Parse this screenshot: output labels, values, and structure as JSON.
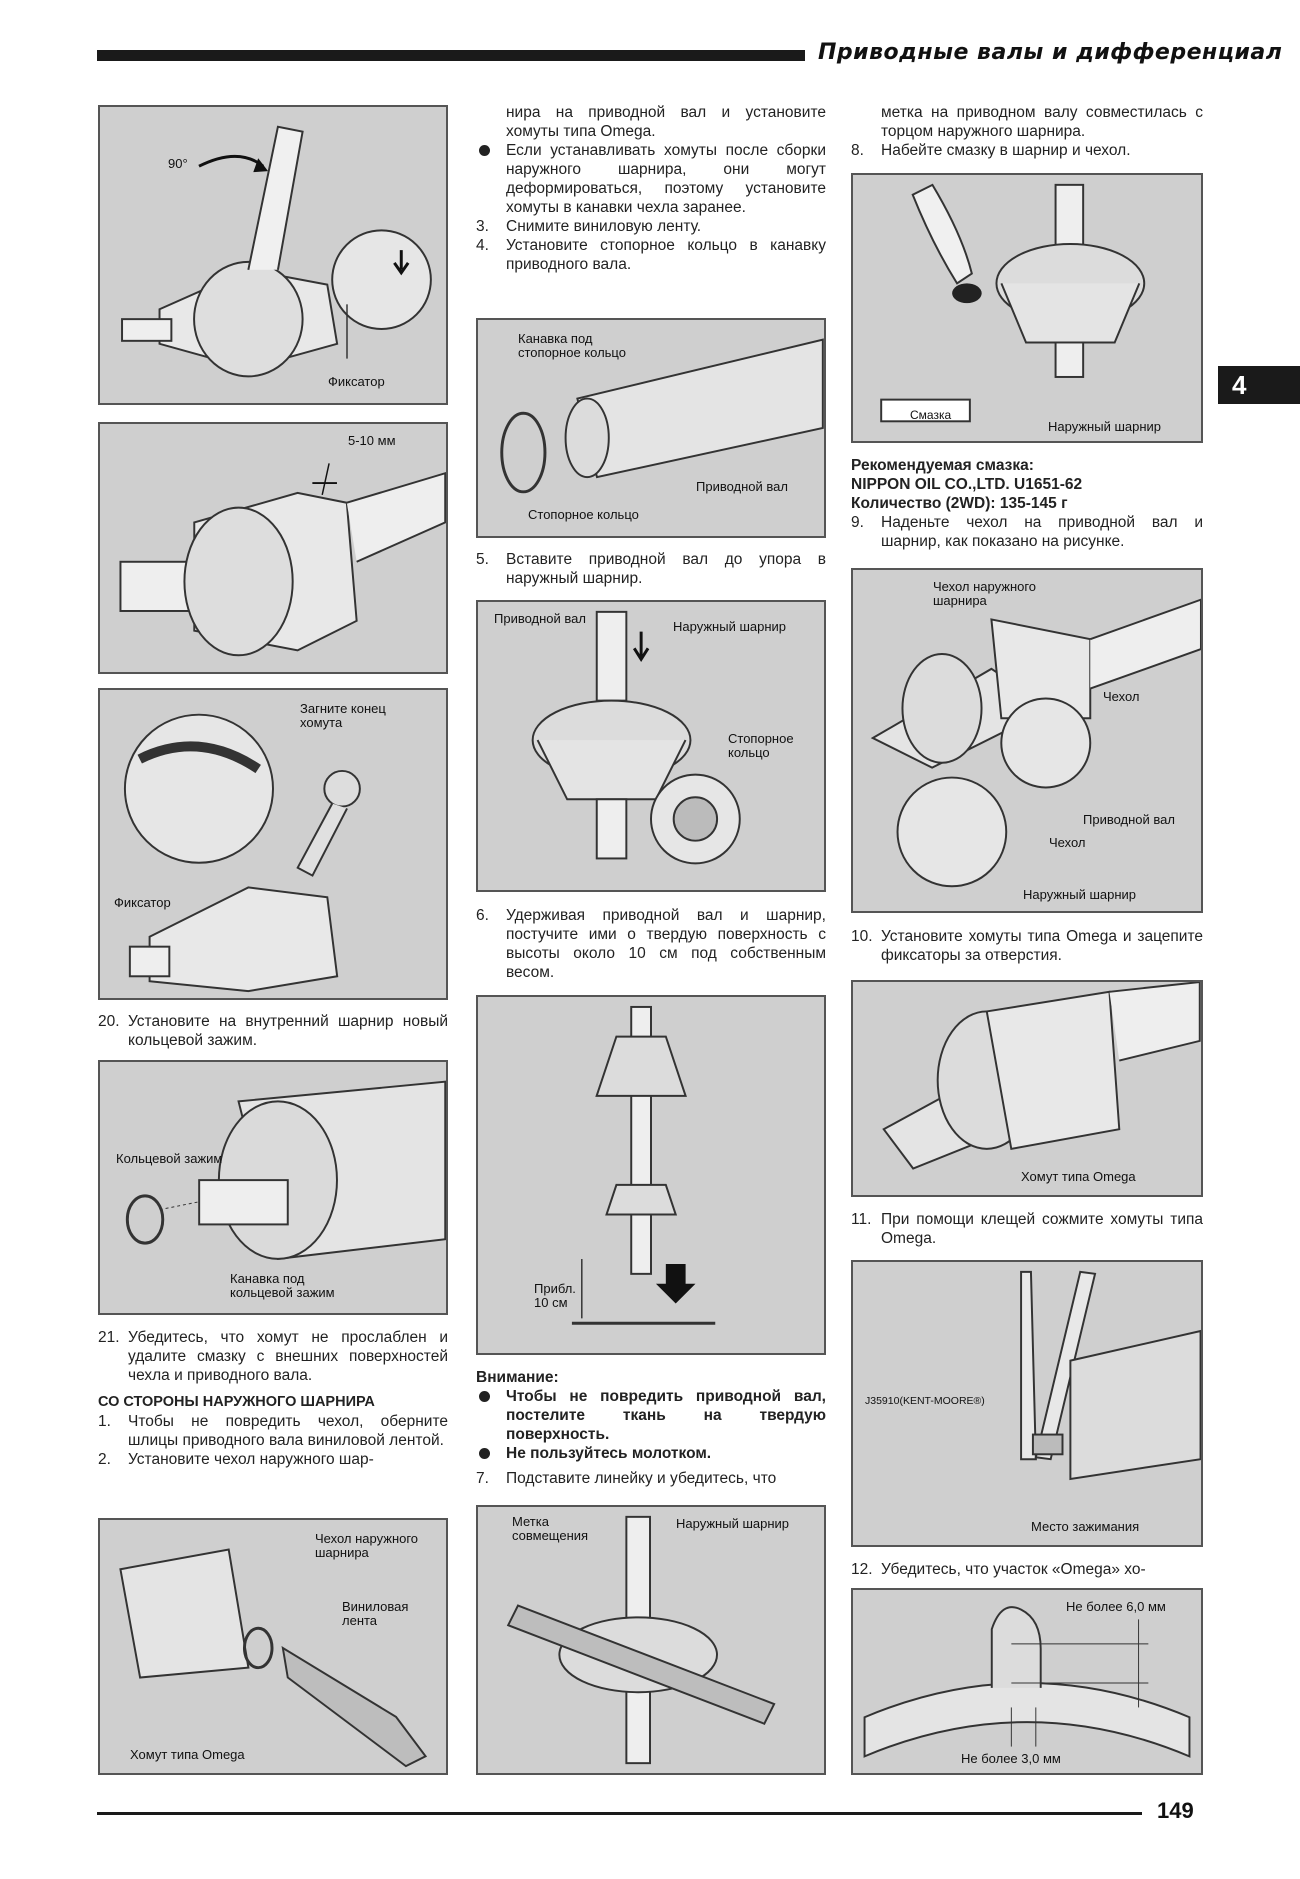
{
  "header": {
    "title": "Приводные валы и дифференциал"
  },
  "chapter_tab": "4",
  "page_number": "149",
  "figures": {
    "f1": {
      "angle": "90°",
      "latch": "Фиксатор"
    },
    "f2": {
      "gap": "5-10 мм"
    },
    "f3": {
      "bend": "Загните конец\nхомута",
      "latch": "Фиксатор"
    },
    "f4": {
      "ring": "Кольцевой зажим",
      "groove": "Канавка под\nкольцевой зажим"
    },
    "f5": {
      "boot": "Чехол наружного\nшарнира",
      "tape": "Виниловая\nлента",
      "clamp": "Хомут типа Omega"
    },
    "f6": {
      "groove": "Канавка под\nстопорное кольцо",
      "shaft": "Приводной вал",
      "ring": "Стопорное кольцо"
    },
    "f7": {
      "shaft": "Приводной вал",
      "joint": "Наружный шарнир",
      "ring": "Стопорное\nкольцо"
    },
    "f8": {
      "height": "Прибл.\n10 см"
    },
    "f9": {
      "mark": "Метка\nсовмещения",
      "joint": "Наружный шарнир"
    },
    "f10": {
      "grease": "Смазка",
      "joint": "Наружный шарнир"
    },
    "f11": {
      "boot": "Чехол наружного\nшарнира",
      "cover": "Чехол",
      "shaft": "Приводной вал",
      "cover2": "Чехол",
      "joint": "Наружный шарнир"
    },
    "f12": {
      "clamp": "Хомут типа Omega"
    },
    "f13": {
      "tool": "J35910(KENT-MOORE®)",
      "place": "Место зажимания"
    },
    "f14": {
      "max6": "Не более 6,0 мм",
      "max3": "Не более 3,0 мм"
    }
  },
  "col1": {
    "s20_n": "20.",
    "s20": "Установите на внутренний шарнир новый кольцевой зажим.",
    "s21_n": "21.",
    "s21": "Убедитесь, что хомут не прослаблен и удалите смазку с внешних поверхностей чехла и приводного вала.",
    "heading": "СО СТОРОНЫ НАРУЖНОГО ШАРНИРА",
    "s1_n": "1.",
    "s1": "Чтобы не повредить чехол, оберните шлицы приводного вала виниловой лентой.",
    "s2_n": "2.",
    "s2": "Установите чехол наружного шар-"
  },
  "col2": {
    "cont": "нира на приводной вал и установите хомуты типа Omega.",
    "bullet1": "Если устанавливать хомуты после сборки наружного шарнира, они могут деформироваться, поэтому установите хомуты в канавки чехла заранее.",
    "s3_n": "3.",
    "s3": "Снимите виниловую ленту.",
    "s4_n": "4.",
    "s4": "Установите стопорное кольцо в канавку приводного вала.",
    "s5_n": "5.",
    "s5": "Вставите приводной вал до упора в наружный шарнир.",
    "s6_n": "6.",
    "s6": "Удерживая приводной вал и шарнир, постучите ими о твердую поверхность с высоты около 10 см под собственным весом.",
    "attention": "Внимание:",
    "warn1": "Чтобы не повредить приводной вал, постелите ткань на твердую поверхность.",
    "warn2": "Не пользуйтесь молотком.",
    "s7_n": "7.",
    "s7": "Подставите линейку и убедитесь, что"
  },
  "col3": {
    "cont": "метка на приводном валу совместилась с торцом наружного шарнира.",
    "s8_n": "8.",
    "s8": "Набейте смазку в шарнир и чехол.",
    "grease1": "Рекомендуемая смазка:",
    "grease2": "NIPPON OIL CO.,LTD. U1651-62",
    "grease3": "Количество (2WD): 135-145 г",
    "s9_n": "9.",
    "s9": "Наденьте чехол на приводной вал и шарнир, как показано на рисунке.",
    "s10_n": "10.",
    "s10": "Установите хомуты типа Omega и зацепите фиксаторы за отверстия.",
    "s11_n": "11.",
    "s11": "При помощи клещей сожмите хомуты типа Omega.",
    "s12_n": "12.",
    "s12": "Убедитесь, что участок «Omega» хо-"
  }
}
